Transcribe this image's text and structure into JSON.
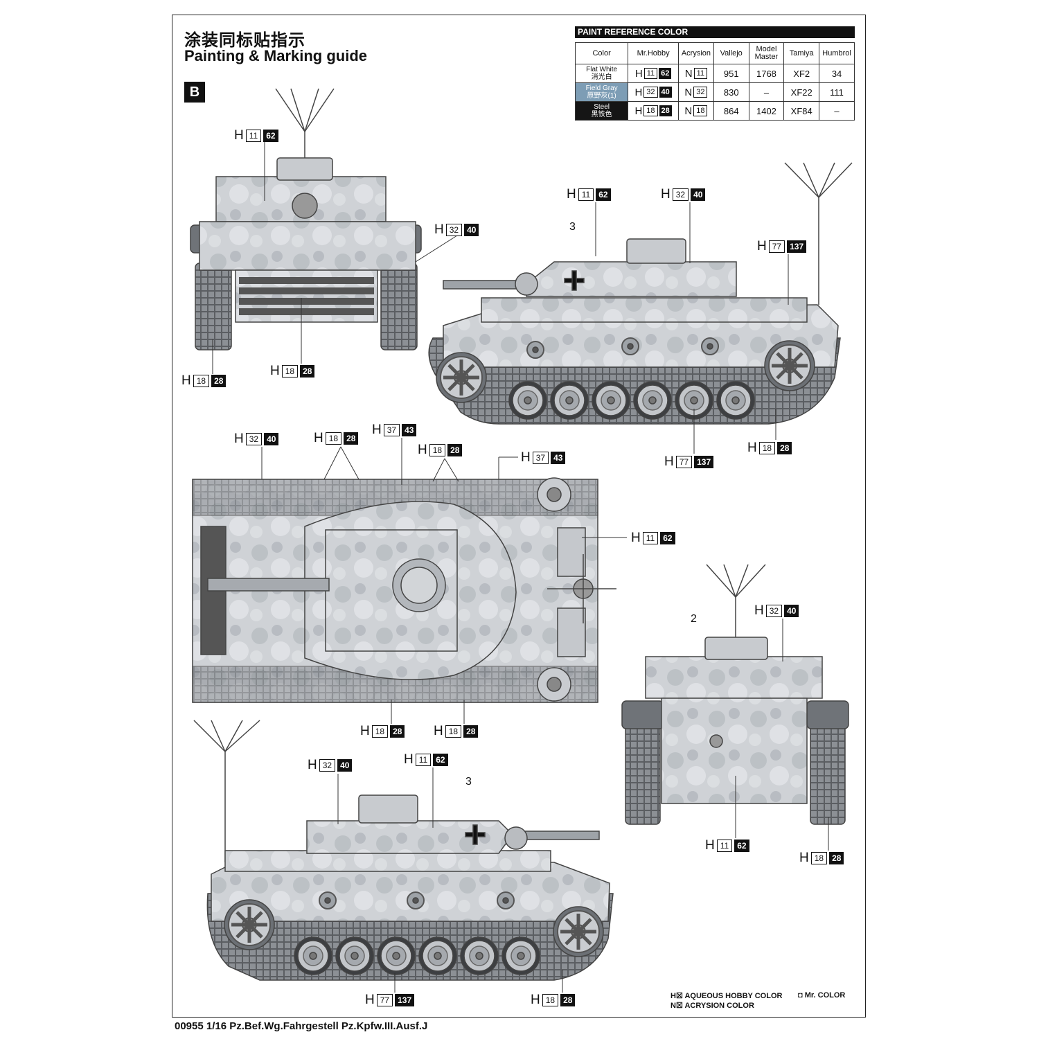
{
  "header": {
    "title_cn": "涂装同标贴指示",
    "title_en": "Painting & Marking guide",
    "section_badge": "B"
  },
  "paint_table": {
    "title": "PAINT  REFERENCE COLOR",
    "headers": [
      "Color",
      "Mr.Hobby",
      "Acrysion",
      "Vallejo",
      "Model Master",
      "Tamiya",
      "Humbrol"
    ],
    "rows": [
      {
        "name_en": "Flat White",
        "name_cn": "消光白",
        "hobby_n": "11",
        "mr": "62",
        "acrysion": "11",
        "vallejo": "951",
        "model_master": "1768",
        "tamiya": "XF2",
        "humbrol": "34"
      },
      {
        "name_en": "Field Gray",
        "name_cn": "原野灰(1)",
        "hobby_n": "32",
        "mr": "40",
        "acrysion": "32",
        "vallejo": "830",
        "model_master": "–",
        "tamiya": "XF22",
        "humbrol": "111"
      },
      {
        "name_en": "Steel",
        "name_cn": "黑铁色",
        "hobby_n": "18",
        "mr": "28",
        "acrysion": "18",
        "vallejo": "864",
        "model_master": "1402",
        "tamiya": "XF84",
        "humbrol": "–"
      }
    ]
  },
  "callouts": {
    "front_top": {
      "h": "11",
      "mr": "62"
    },
    "front_side": {
      "h": "32",
      "mr": "40"
    },
    "front_track": {
      "h": "18",
      "mr": "28"
    },
    "front_lower": {
      "h": "18",
      "mr": "28"
    },
    "side1_turret": {
      "h": "11",
      "mr": "62"
    },
    "side1_hull": {
      "h": "32",
      "mr": "40"
    },
    "side1_idler": {
      "h": "77",
      "mr": "137"
    },
    "side1_wheels": {
      "h": "77",
      "mr": "137"
    },
    "side1_track": {
      "h": "18",
      "mr": "28"
    },
    "top_a": {
      "h": "32",
      "mr": "40"
    },
    "top_b": {
      "h": "18",
      "mr": "28"
    },
    "top_c": {
      "h": "37",
      "mr": "43"
    },
    "top_d": {
      "h": "18",
      "mr": "28"
    },
    "top_e": {
      "h": "37",
      "mr": "43"
    },
    "top_deck": {
      "h": "11",
      "mr": "62"
    },
    "top_f": {
      "h": "18",
      "mr": "28"
    },
    "top_g": {
      "h": "18",
      "mr": "28"
    },
    "rear_turret": {
      "h": "32",
      "mr": "40"
    },
    "rear_hull": {
      "h": "11",
      "mr": "62"
    },
    "rear_track": {
      "h": "18",
      "mr": "28"
    },
    "side2_hull": {
      "h": "32",
      "mr": "40"
    },
    "side2_turret": {
      "h": "11",
      "mr": "62"
    },
    "side2_wheels": {
      "h": "77",
      "mr": "137"
    },
    "side2_track": {
      "h": "18",
      "mr": "28"
    }
  },
  "markings": {
    "side1_number": "3",
    "rear_number": "2",
    "side2_number": "3"
  },
  "callout_letter": "H",
  "acrysion_letter": "N",
  "legend": {
    "hobby": "AQUEOUS HOBBY COLOR",
    "mr": "Mr. COLOR",
    "acrysion": "ACRYSION COLOR",
    "h_mark": "H",
    "n_mark": "N"
  },
  "footer": "00955 1/16 Pz.Bef.Wg.Fahrgestell Pz.Kpfw.III.Ausf.J",
  "colors": {
    "tank_base": "#c9ccd0",
    "tank_shade": "#9ea3a8",
    "track": "#3a3a3a",
    "black": "#111111"
  }
}
